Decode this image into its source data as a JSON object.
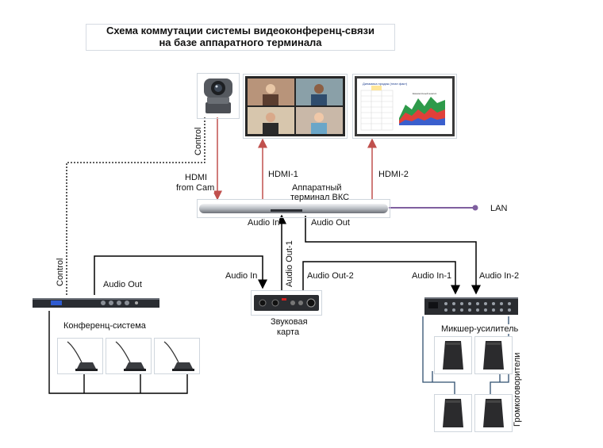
{
  "title": {
    "line1": "Схема коммутации системы видеоконференц-связи",
    "line2": "на базе аппаратного терминала"
  },
  "labels": {
    "control_top": "Control",
    "control_left": "Control",
    "hdmi_from_cam_1": "HDMI",
    "hdmi_from_cam_2": "from Cam",
    "hdmi1": "HDMI-1",
    "hdmi2": "HDMI-2",
    "terminal_1": "Аппаратный",
    "terminal_2": "терминал ВКС",
    "lan": "LAN",
    "terminal_audio_in": "Audio In",
    "terminal_audio_out": "Audio Out",
    "conf_audio_out": "Audio Out",
    "card_audio_in": "Audio In",
    "card_audio_out1": "Audio Out-1",
    "card_audio_out2": "Audio Out-2",
    "mixer_audio_in1": "Audio In-1",
    "mixer_audio_in2": "Audio In-2",
    "conf_system": "Конференц-система",
    "sound_card_1": "Звуковая",
    "sound_card_2": "карта",
    "mixer": "Микшер-усилитель",
    "speakers": "Громкоговорители"
  },
  "screen2": {
    "title": "Динамика продаж (план факт)",
    "chart_title": "Ежемесячный анализ"
  },
  "colors": {
    "hdmi": "#c0504d",
    "lan": "#7f5f9f",
    "audio": "#000000",
    "frame": "#b5c2cc"
  }
}
